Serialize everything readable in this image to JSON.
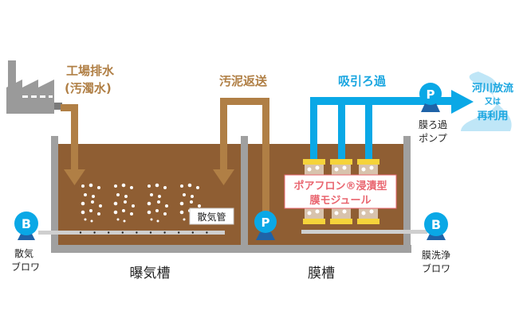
{
  "labels": {
    "wastewater_line1": "工場排水",
    "wastewater_line2": "(汚濁水)",
    "sludge_return": "汚泥返送",
    "suction_filtration": "吸引ろ過",
    "discharge_line1": "河川放流",
    "discharge_line2": "又は",
    "discharge_line3": "再利用",
    "filtration_pump_line1": "膜ろ過",
    "filtration_pump_line2": "ポンプ",
    "diffuser_pipe": "散気管",
    "aeration_blower_line1": "散気",
    "aeration_blower_line2": "ブロワ",
    "aeration_tank": "曝気槽",
    "membrane_tank": "膜槽",
    "wash_blower_line1": "膜洗浄",
    "wash_blower_line2": "ブロワ",
    "module_line1": "ポアフロン®浸漬型",
    "module_line2": "膜モジュール"
  },
  "symbols": {
    "pump": "P",
    "blower": "B"
  },
  "colors": {
    "sludge": "#8f5e33",
    "wastewater_pipe": "#b07f45",
    "filtrate_pipe": "#0aa8e6",
    "wall": "#a0a0a0",
    "module_cap": "#f5d33a",
    "module_label": "#e9656f"
  }
}
